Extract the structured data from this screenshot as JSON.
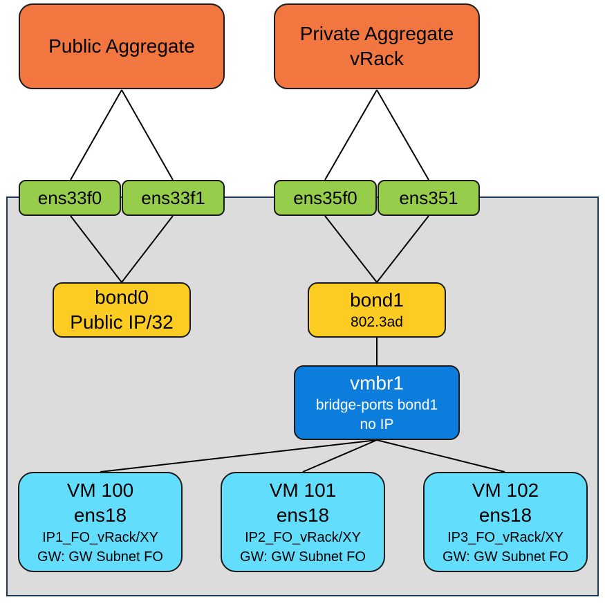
{
  "aggregates": {
    "public": {
      "label": "Public Aggregate",
      "color": "#f27640"
    },
    "private": {
      "line1": "Private Aggregate",
      "line2": "vRack",
      "color": "#f27640"
    }
  },
  "interfaces": {
    "ens33f0": "ens33f0",
    "ens33f1": "ens33f1",
    "ens35f0": "ens35f0",
    "ens351": "ens351",
    "color": "#96cd4a"
  },
  "bonds": {
    "bond0": {
      "name": "bond0",
      "detail": "Public IP/32"
    },
    "bond1": {
      "name": "bond1",
      "detail": "802.3ad"
    },
    "color": "#fdcc22"
  },
  "bridge": {
    "name": "vmbr1",
    "ports": "bridge-ports bond1",
    "ip": "no IP",
    "color": "#0c7ddc"
  },
  "vms": [
    {
      "name": "VM 100",
      "iface": "ens18",
      "ip": "IP1_FO_vRack/XY",
      "gw": "GW: GW Subnet FO"
    },
    {
      "name": "VM 101",
      "iface": "ens18",
      "ip": "IP2_FO_vRack/XY",
      "gw": "GW: GW Subnet FO"
    },
    {
      "name": "VM 102",
      "iface": "ens18",
      "ip": "IP3_FO_vRack/XY",
      "gw": "GW: GW Subnet FO"
    }
  ],
  "vm_color": "#62ddfb",
  "host_panel_color": "#dcdcdc"
}
